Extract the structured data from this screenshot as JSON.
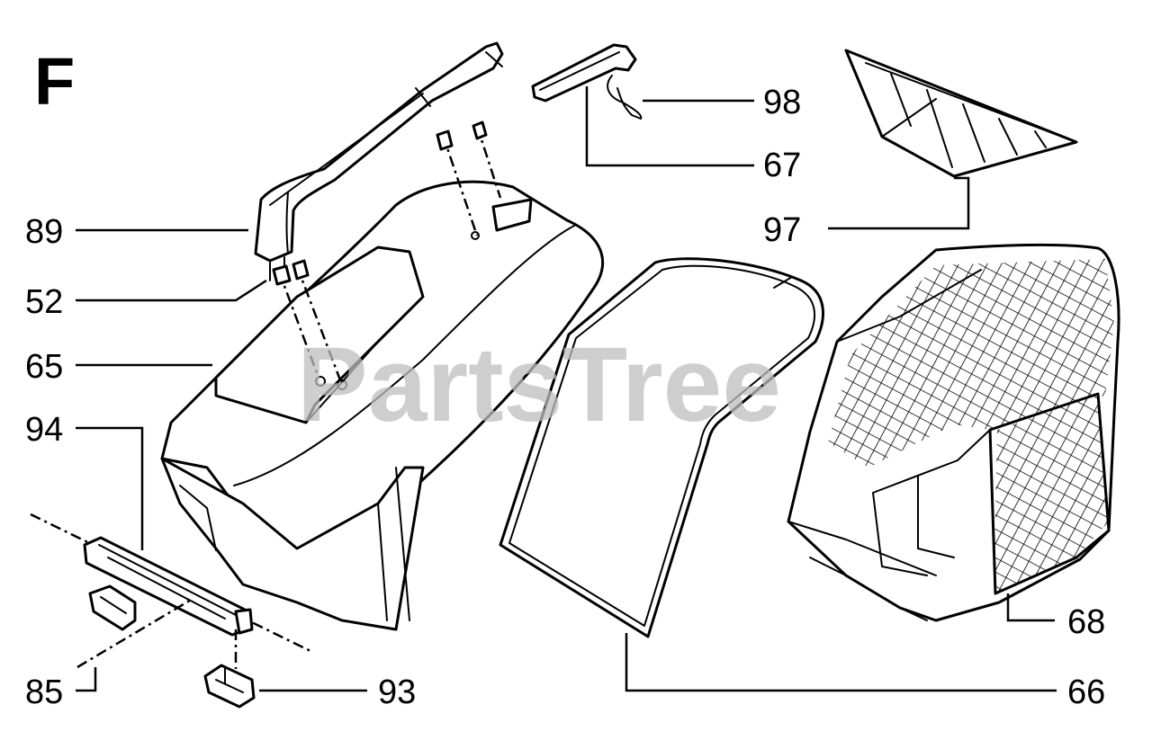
{
  "section_letter": "F",
  "watermark": "PartsTree",
  "callouts": {
    "c98": "98",
    "c67": "67",
    "c97": "97",
    "c89": "89",
    "c52": "52",
    "c65": "65",
    "c94": "94",
    "c85": "85",
    "c93": "93",
    "c66": "66",
    "c68": "68"
  }
}
